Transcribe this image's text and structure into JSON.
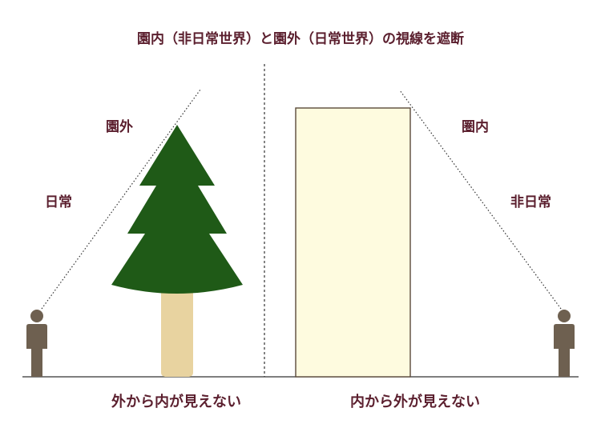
{
  "title": "園内（非日常世界）と園外（日常世界）の視線を遮断",
  "left_panel": {
    "label_outside": "園外",
    "label_daily": "日常",
    "caption": "外から内が見えない"
  },
  "right_panel": {
    "label_inside": "圏内",
    "label_nondaily": "非日常",
    "caption": "内から外が見えない"
  },
  "colors": {
    "text": "#5b1f2e",
    "tree_foliage": "#1f5a17",
    "tree_trunk": "#e8d3a0",
    "wall_fill": "#fefbdf",
    "wall_stroke": "#5a4a3a",
    "person": "#6e6050",
    "ground": "#333333"
  },
  "icons": [
    "person-icon",
    "tree-icon",
    "wall-icon"
  ]
}
